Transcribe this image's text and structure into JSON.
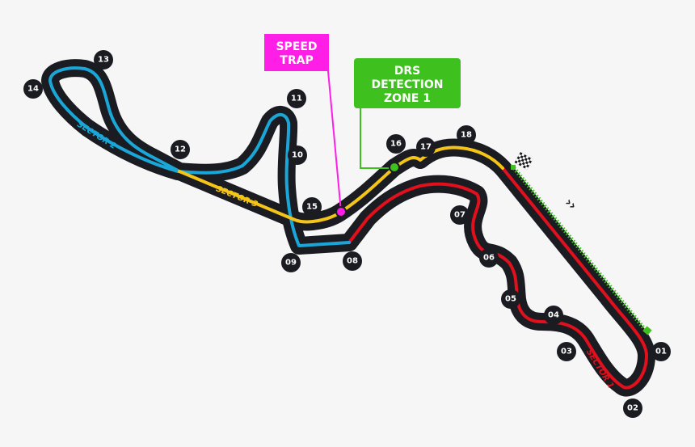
{
  "colors": {
    "background": "#f6f6f7",
    "track_outline": "#1b1b22",
    "sector1": "#e0101c",
    "sector2": "#1aa7d8",
    "sector3": "#f4c518",
    "speed_trap": "#ff1ee6",
    "drs": "#3ec01e",
    "turn_badge": "#1b1b22"
  },
  "labels": {
    "speed_trap_line1": "SPEED",
    "speed_trap_line2": "TRAP",
    "drs_line1": "DRS",
    "drs_line2": "DETECTION",
    "drs_line3": "ZONE 1",
    "sector1": "SECTOR 1",
    "sector2": "SECTOR 2",
    "sector3": "SECTOR 3",
    "drs_chevron": "››"
  },
  "icons": {
    "finish": "chequered-flag-icon"
  },
  "turns": [
    "01",
    "02",
    "03",
    "04",
    "05",
    "06",
    "07",
    "08",
    "09",
    "10",
    "11",
    "12",
    "13",
    "14",
    "15",
    "16",
    "17",
    "18"
  ]
}
